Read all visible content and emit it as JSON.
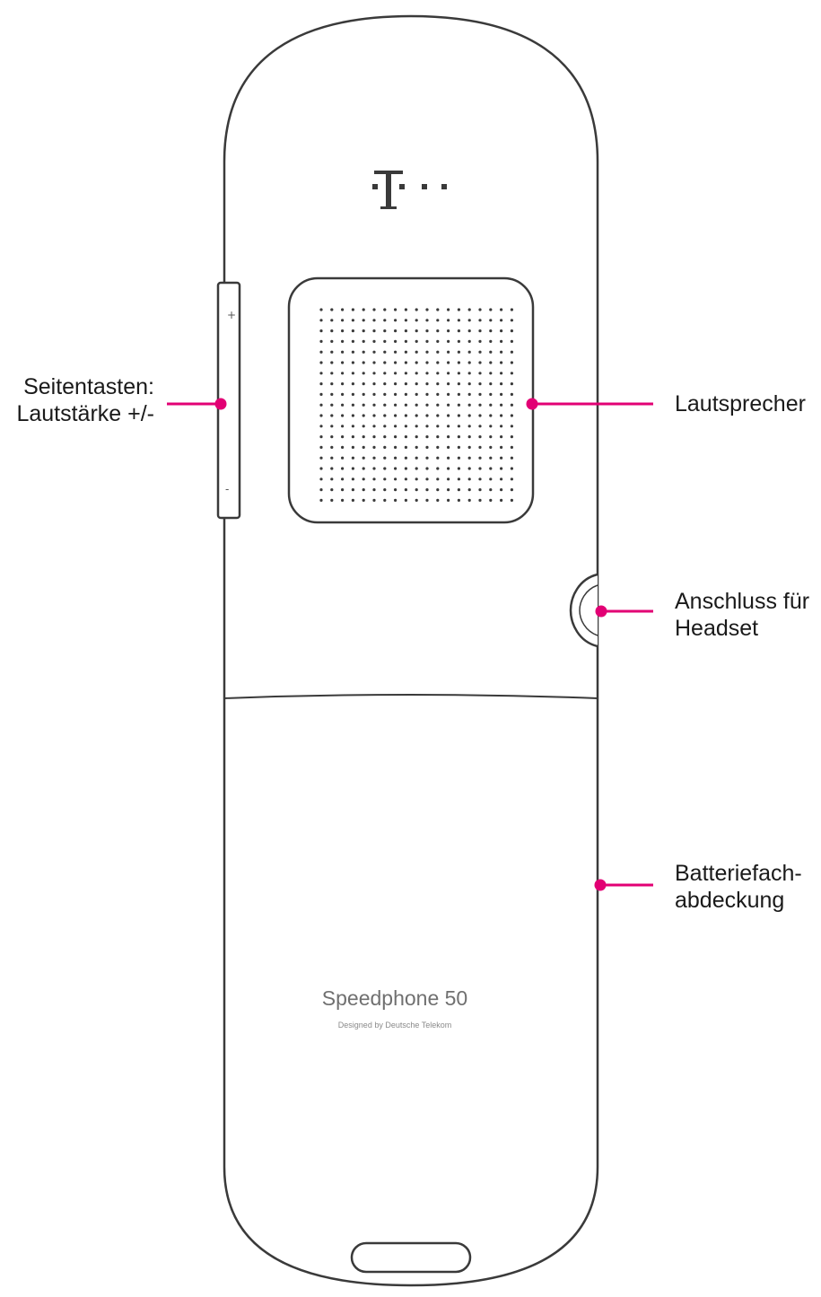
{
  "device": {
    "model_name": "Speedphone 50",
    "tagline": "Designed by Deutsche Telekom",
    "logo": "telekom-t-logo-icon"
  },
  "callouts": {
    "side_keys": {
      "line1": "Seitentasten:",
      "line2": "Lautstärke +/-"
    },
    "speaker": {
      "line1": "Lautsprecher"
    },
    "headset": {
      "line1": "Anschluss für",
      "line2": "Headset"
    },
    "battery": {
      "line1": "Batteriefach-",
      "line2": "abdeckung"
    }
  },
  "colors": {
    "accent": "#e20074",
    "outline": "#3a3a3a",
    "background": "#ffffff"
  }
}
